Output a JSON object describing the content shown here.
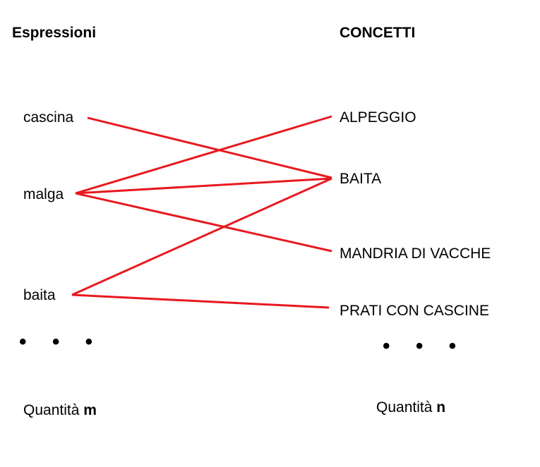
{
  "left_column": {
    "title": "Espressioni",
    "items": [
      "cascina",
      "malga",
      "baita"
    ],
    "ellipsis": "• • •",
    "quantity_label": "Quantità",
    "quantity_var": "m"
  },
  "right_column": {
    "title": "CONCETTI",
    "items": [
      "ALPEGGIO",
      "BAITA",
      "MANDRIA DI VACCHE",
      "PRATI CON CASCINE"
    ],
    "ellipsis": "• • •",
    "quantity_label": "Quantità",
    "quantity_var": "n"
  },
  "links": [
    {
      "from": "cascina",
      "to": "BAITA"
    },
    {
      "from": "malga",
      "to": "ALPEGGIO"
    },
    {
      "from": "malga",
      "to": "BAITA"
    },
    {
      "from": "malga",
      "to": "MANDRIA DI VACCHE"
    },
    {
      "from": "baita",
      "to": "BAITA"
    },
    {
      "from": "baita",
      "to": "PRATI CON CASCINE"
    }
  ],
  "colors": {
    "link": "#e8191f",
    "text": "#000000",
    "background": "#ffffff"
  }
}
